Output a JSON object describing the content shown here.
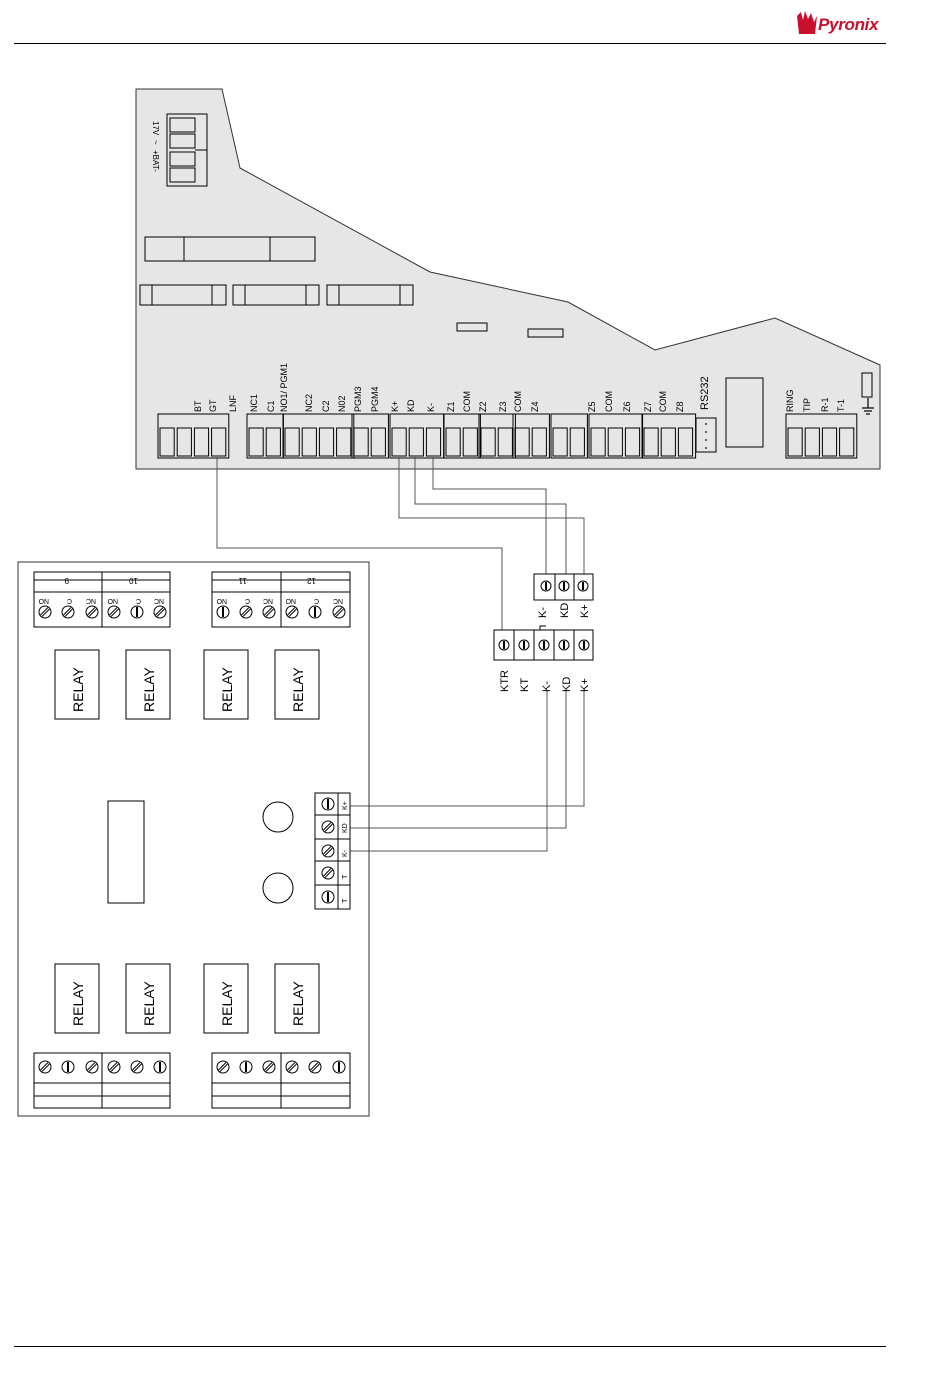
{
  "brand": {
    "logo_text": "Pyronix",
    "color": "#c8102e"
  },
  "panel": {
    "power_labels": [
      "17V",
      "~",
      "+BAT-"
    ],
    "top_terminals": [
      "BT",
      "GT",
      "LNF",
      "NC1",
      "C1",
      "NO1/ PGM1",
      "NC2",
      "C2",
      "N02",
      "PGM3",
      "PGM4",
      "K+",
      "KD",
      "K-",
      "Z1",
      "COM",
      "Z2",
      "Z3",
      "COM",
      "Z4",
      "Z5",
      "COM",
      "Z6",
      "Z7",
      "COM",
      "Z8",
      "RS232",
      "RING",
      "TIP",
      "R-1",
      "T-1"
    ],
    "fill": "#e6e6e6"
  },
  "junction": {
    "upper_labels": [
      "K-",
      "KD",
      "K+"
    ],
    "lower_labels": [
      "KTR",
      "KT",
      "K-",
      "KD",
      "K+"
    ]
  },
  "relay_board": {
    "group_numbers": [
      "9",
      "10",
      "11",
      "12"
    ],
    "contact_labels": [
      "NC",
      "C",
      "NO"
    ],
    "relay_label": "RELAY",
    "side_terminal_labels": [
      "K+",
      "KD",
      "K-",
      "T",
      "T"
    ]
  }
}
